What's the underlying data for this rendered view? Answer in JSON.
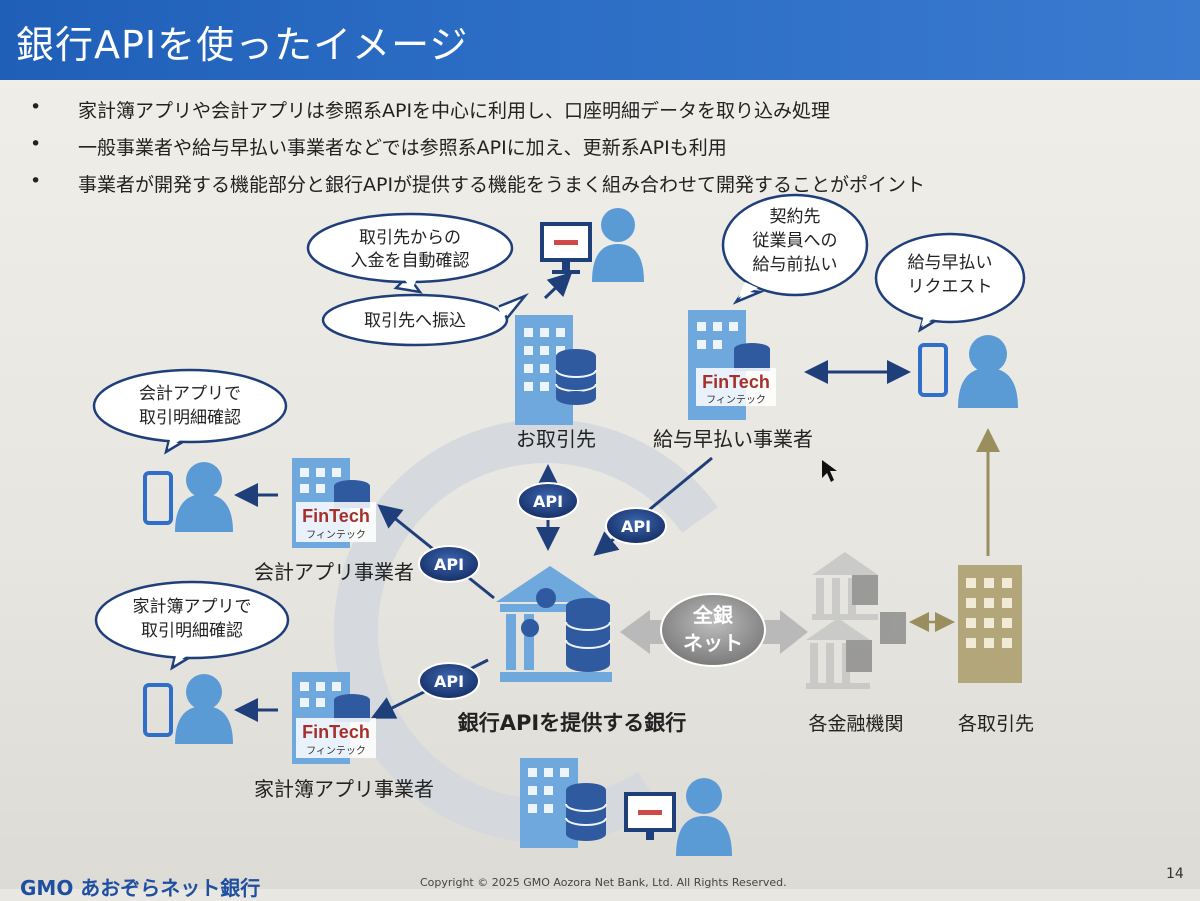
{
  "title": "銀行APIを使ったイメージ",
  "bullets": [
    "家計簿アプリや会計アプリは参照系APIを中心に利用し、口座明細データを取り込み処理",
    "一般事業者や給与早払い事業者などでは参照系APIに加え、更新系APIも利用",
    "事業者が開発する機能部分と銀行APIが提供する機能をうまく組み合わせて開発することがポイント"
  ],
  "bullet_mark": "•",
  "bubbles": {
    "torihiki_confirm_1": "取引先からの",
    "torihiki_confirm_2": "入金を自動確認",
    "furikomi": "取引先へ振込",
    "keiyaku_1": "契約先",
    "keiyaku_2": "従業員への",
    "keiyaku_3": "給与前払い",
    "request_1": "給与早払い",
    "request_2": "リクエスト",
    "kaikei_1": "会計アプリで",
    "kaikei_2": "取引明細確認",
    "kakeibo_1": "家計簿アプリで",
    "kakeibo_2": "取引明細確認"
  },
  "nodes": {
    "otorihikisaki": "お取引先",
    "kyuyo": "給与早払い事業者",
    "kaikei": "会計アプリ事業者",
    "kakeibo": "家計簿アプリ事業者",
    "bank": "銀行APIを提供する銀行",
    "kinyu": "各金融機関",
    "kaku_torihikisaki": "各取引先"
  },
  "fintech_label": "FinTech",
  "fintech_kana": "フィンテック",
  "api_label": "API",
  "zengin_1": "全銀",
  "zengin_2": "ネット",
  "footer": {
    "logo": "GMO あおぞらネット銀行",
    "copyright": "Copyright © 2025 GMO Aozora Net Bank, Ltd. All Rights Reserved.",
    "page": "14"
  },
  "colors": {
    "title_bar": "#2b6cc4",
    "icon_blue": "#5b9bd5",
    "navy": "#1f3f7a",
    "gray_icon": "#b5b5b5",
    "khaki": "#b3a67a"
  }
}
